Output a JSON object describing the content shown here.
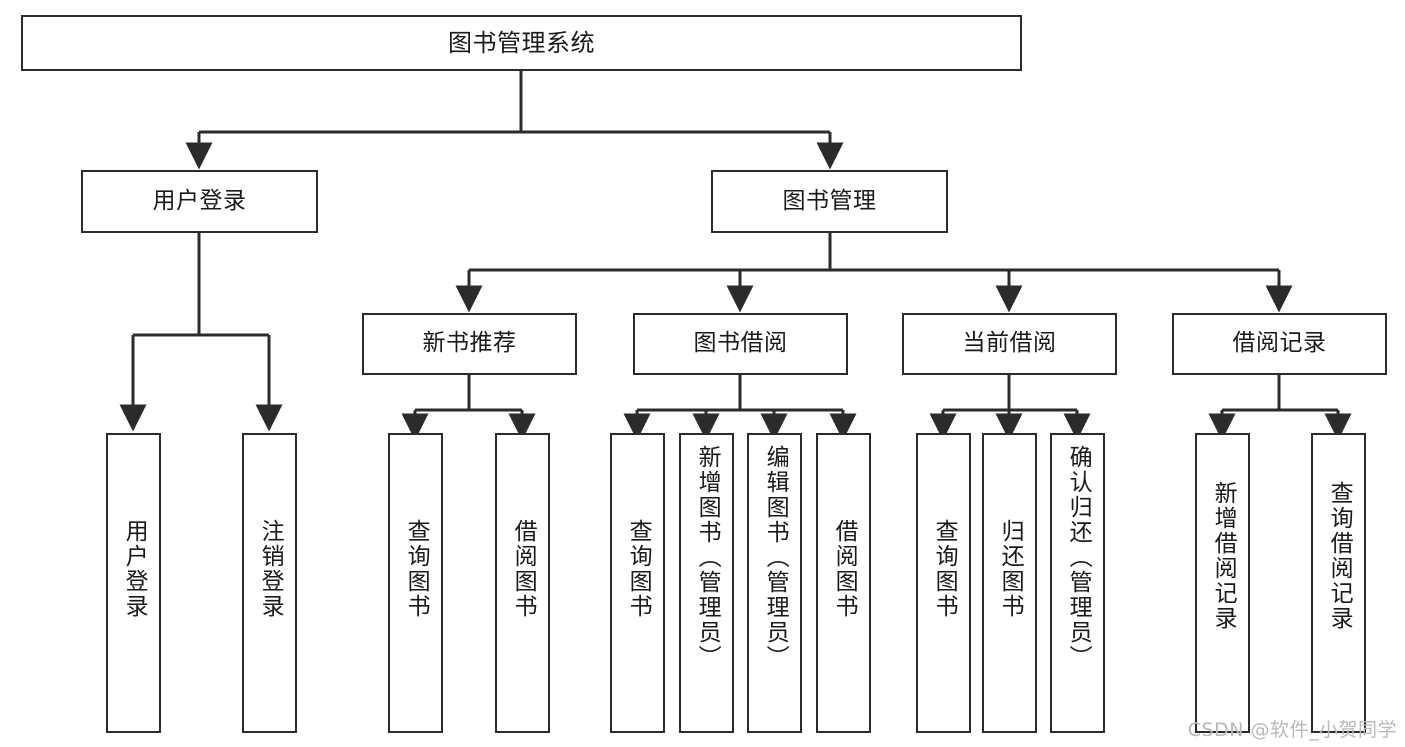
{
  "diagram": {
    "type": "tree",
    "title": "图书管理系统",
    "watermark": "CSDN @软件_小贺同学",
    "colors": {
      "box_border": "#2b2b2b",
      "box_fill": "#ffffff",
      "connector": "#2b2b2b",
      "text": "#1a1a1a",
      "watermark": "#b9b9b9"
    },
    "nodes": {
      "root": {
        "label": "图书管理系统"
      },
      "level2": [
        {
          "id": "user-login",
          "label": "用户登录"
        },
        {
          "id": "book-management",
          "label": "图书管理"
        }
      ],
      "level3": [
        {
          "id": "new-book-recommend",
          "label": "新书推荐"
        },
        {
          "id": "book-borrow",
          "label": "图书借阅"
        },
        {
          "id": "current-borrow",
          "label": "当前借阅"
        },
        {
          "id": "borrow-record",
          "label": "借阅记录"
        }
      ],
      "leaves": [
        {
          "id": "leaf-user-login",
          "label": "用户登录",
          "parent": "user-login"
        },
        {
          "id": "leaf-logout",
          "label": "注销登录",
          "parent": "user-login"
        },
        {
          "id": "leaf-query-book-1",
          "label": "查询图书",
          "parent": "new-book-recommend"
        },
        {
          "id": "leaf-borrow-book-1",
          "label": "借阅图书",
          "parent": "new-book-recommend"
        },
        {
          "id": "leaf-query-book-2",
          "label": "查询图书",
          "parent": "book-borrow"
        },
        {
          "id": "leaf-add-book",
          "label": "新增图书（管理员）",
          "parent": "book-borrow"
        },
        {
          "id": "leaf-edit-book",
          "label": "编辑图书（管理员）",
          "parent": "book-borrow"
        },
        {
          "id": "leaf-borrow-book-2",
          "label": "借阅图书",
          "parent": "book-borrow"
        },
        {
          "id": "leaf-query-book-3",
          "label": "查询图书",
          "parent": "current-borrow"
        },
        {
          "id": "leaf-return-book",
          "label": "归还图书",
          "parent": "current-borrow"
        },
        {
          "id": "leaf-confirm-return",
          "label": "确认归还（管理员）",
          "parent": "current-borrow"
        },
        {
          "id": "leaf-add-record",
          "label": "新增借阅记录",
          "parent": "borrow-record"
        },
        {
          "id": "leaf-query-record",
          "label": "查询借阅记录",
          "parent": "borrow-record"
        }
      ]
    }
  }
}
